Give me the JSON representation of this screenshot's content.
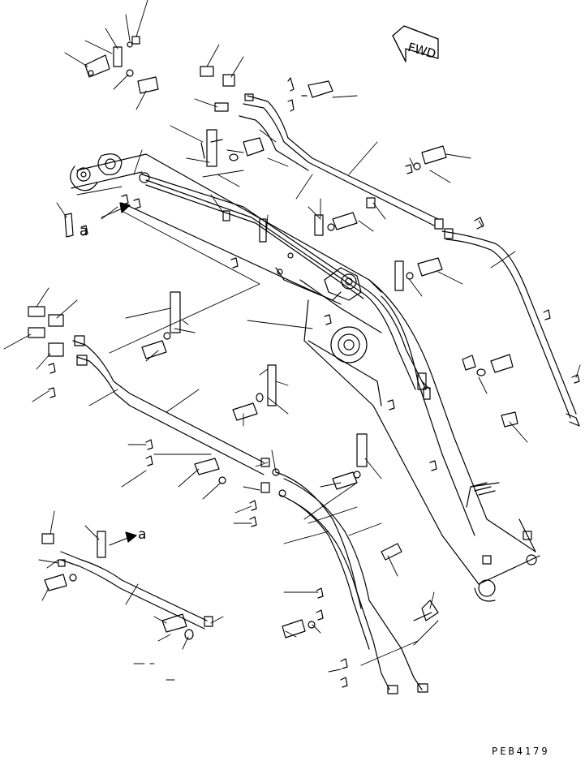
{
  "diagram": {
    "direction_label": "FWD",
    "view_marker_top": "a",
    "view_marker_bottom": "a",
    "drawing_code": "PEB4179",
    "colors": {
      "ink": "#000000",
      "paper": "#ffffff"
    }
  }
}
